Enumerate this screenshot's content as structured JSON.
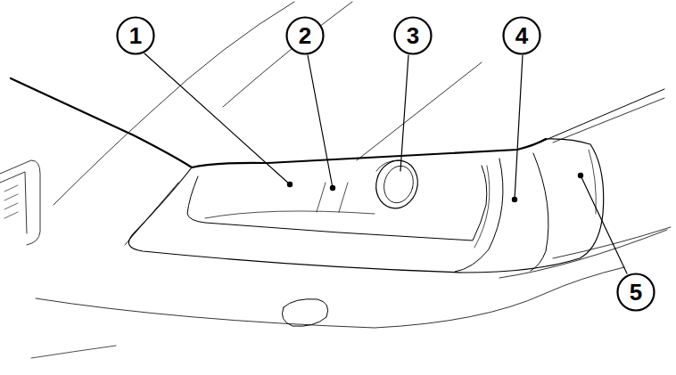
{
  "diagram": {
    "nodes": [
      {
        "text": [
          "1"
        ]
      },
      {
        "text": [
          "2"
        ]
      },
      {
        "text": [
          "3"
        ]
      },
      {
        "text": [
          "4"
        ]
      },
      {
        "text": [
          "5"
        ]
      }
    ]
  }
}
